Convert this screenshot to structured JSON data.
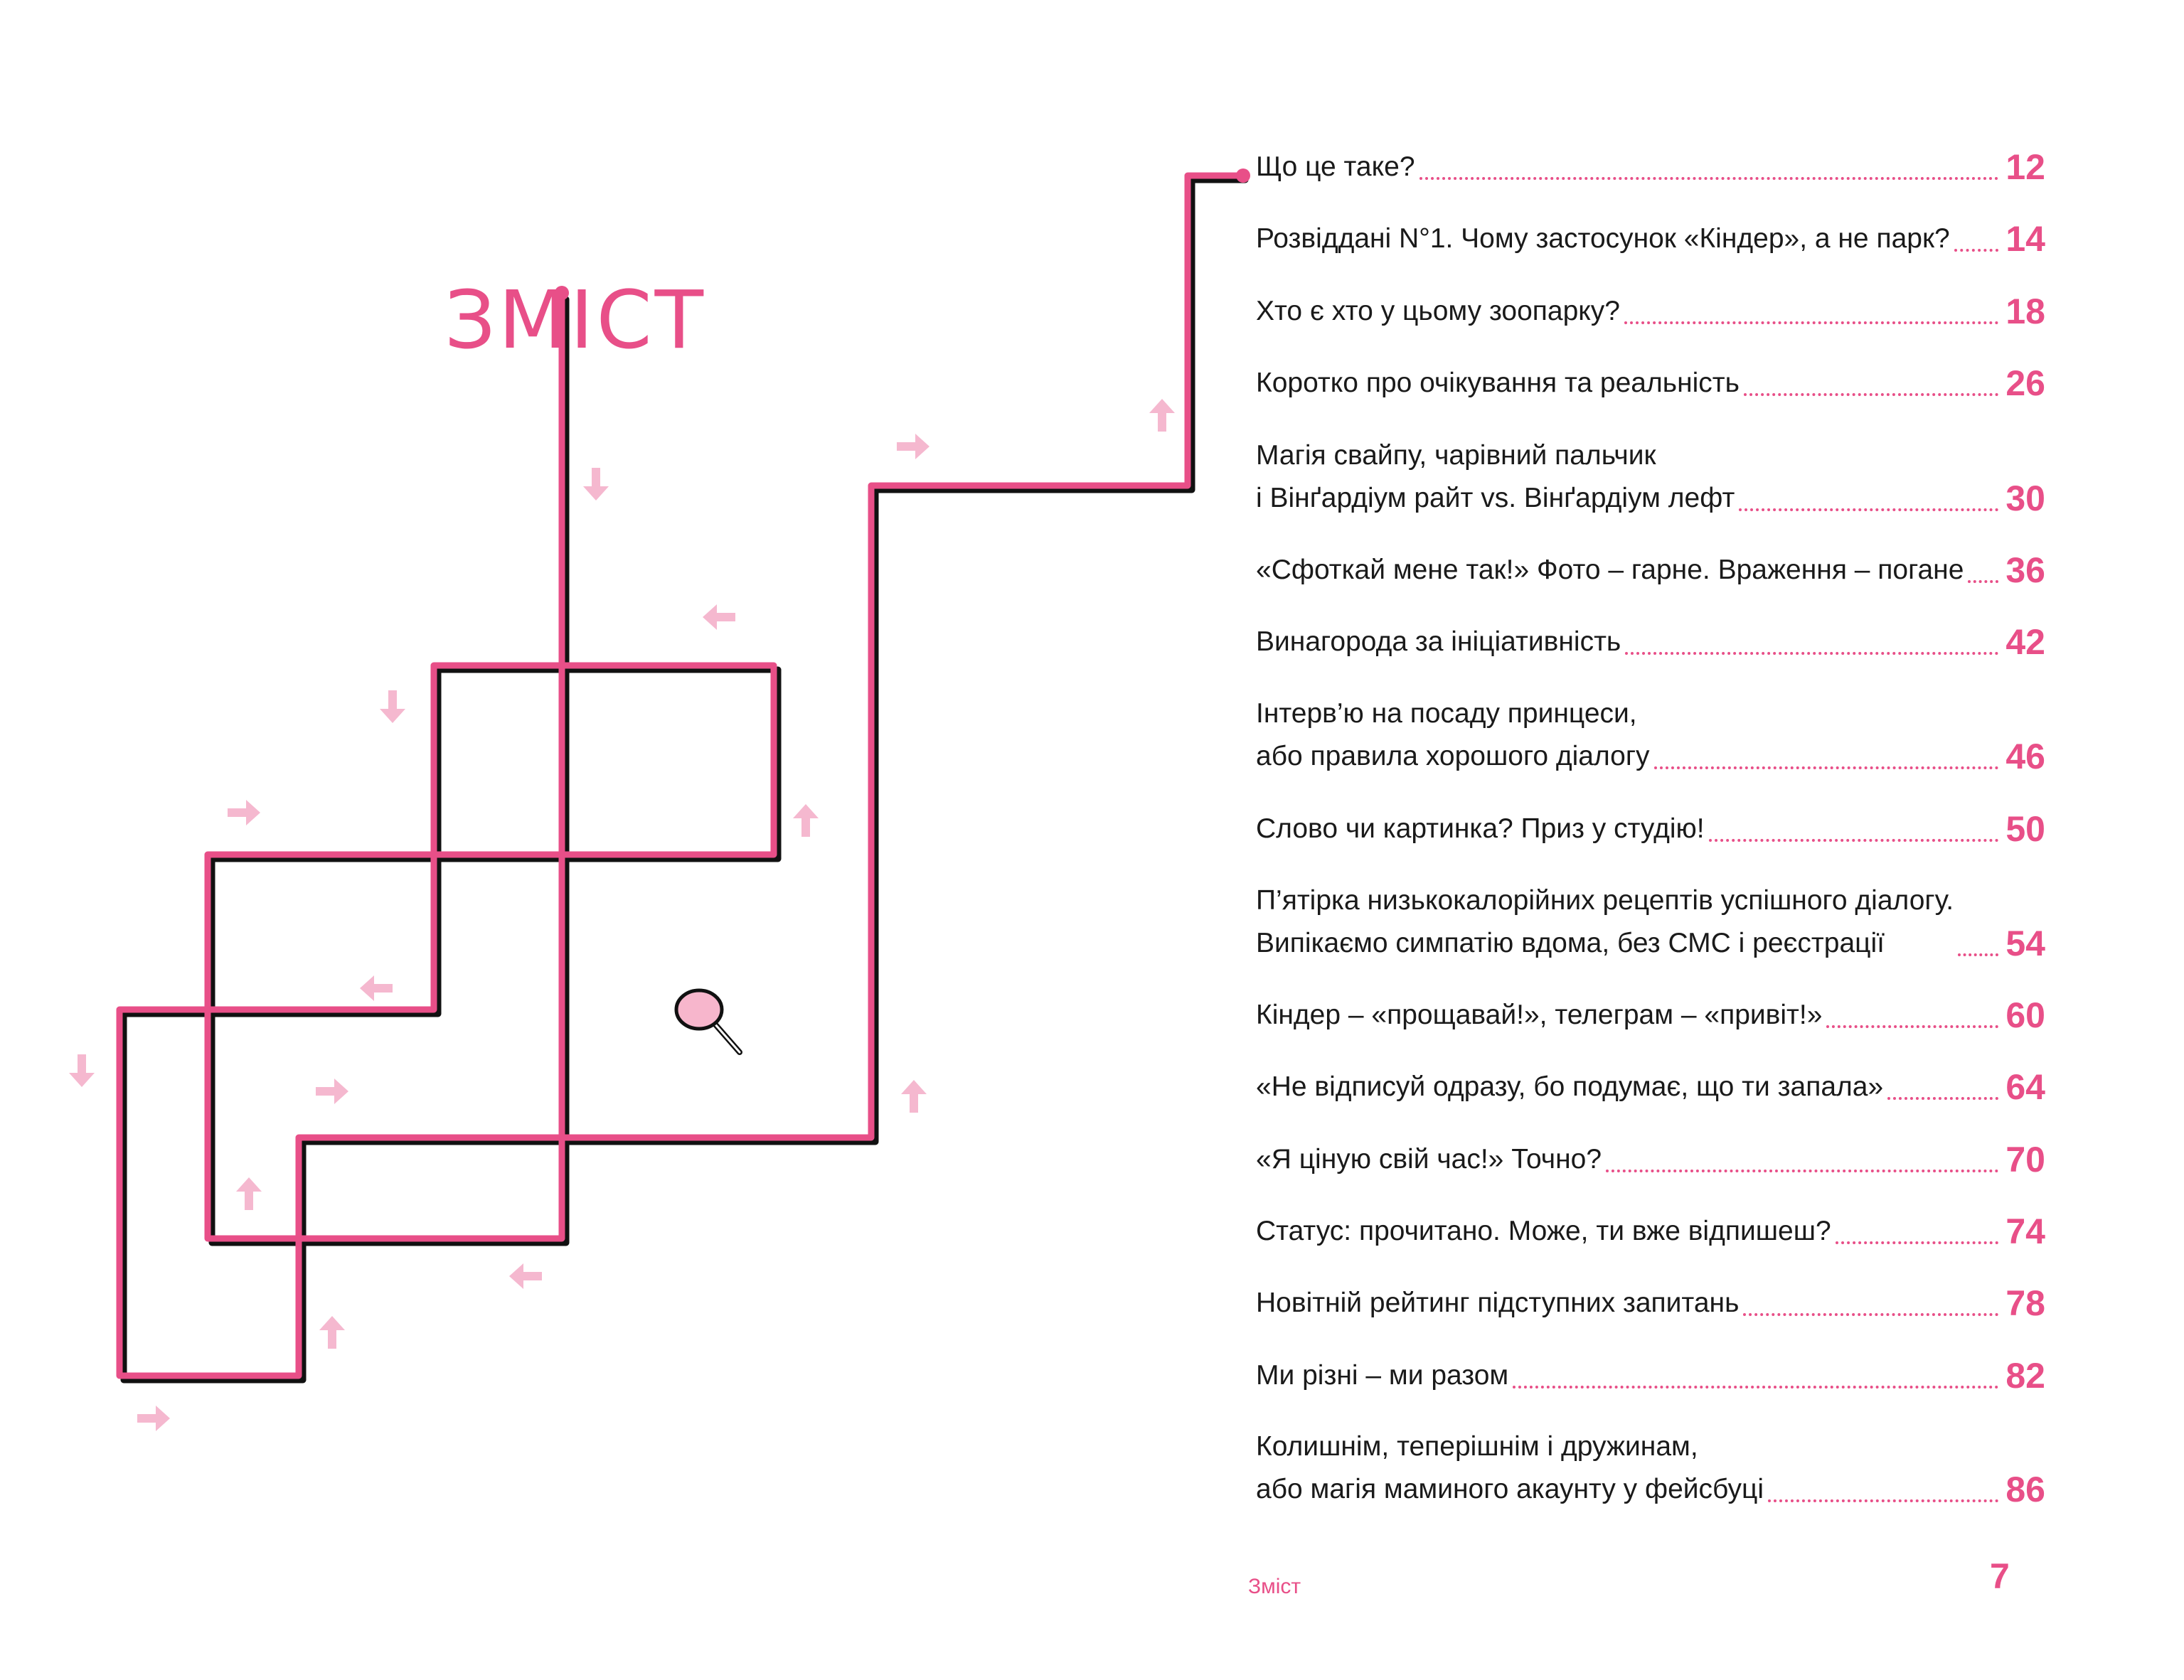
{
  "title": "ЗМІСТ",
  "entries": [
    {
      "title": "Що це таке?",
      "page": "12"
    },
    {
      "title": "Розвіддані N°1. Чому застосунок «Кіндер», а не парк?",
      "page": "14"
    },
    {
      "title": "Хто є хто у цьому зоопарку?",
      "page": "18"
    },
    {
      "title": "Коротко про очікування та реальність",
      "page": "26"
    },
    {
      "title": "Магія свайпу, чарівний пальчик\nі Вінґардіум райт vs. Вінґардіум лефт",
      "page": "30"
    },
    {
      "title": "«Сфоткай мене так!» Фото – гарне. Враження – погане",
      "page": "36"
    },
    {
      "title": "Винагорода за ініціативність",
      "page": "42"
    },
    {
      "title": "Інтерв’ю на посаду принцеси,\nабо правила хорошого діалогу",
      "page": "46"
    },
    {
      "title": "Слово чи картинка? Приз у студію!",
      "page": "50"
    },
    {
      "title": "П’ятірка низькокалорійних рецептів успішного діалогу.\nВипікаємо симпатію вдома, без СМС і реєстрації",
      "page": "54"
    },
    {
      "title": "Кіндер – «прощавай!», телеграм – «привіт!»",
      "page": "60"
    },
    {
      "title": "«Не відписуй одразу, бо подумає, що ти запала»",
      "page": "64"
    },
    {
      "title": "«Я ціную свій час!» Точно?",
      "page": "70"
    },
    {
      "title": "Статус: прочитано. Може, ти вже відпишеш?",
      "page": "74"
    },
    {
      "title": "Новітній рейтинг підступних запитань",
      "page": "78"
    },
    {
      "title": "Ми різні – ми разом",
      "page": "82"
    },
    {
      "title": "Колишнім, теперішнім і дружинам,\nабо магія маминого акаунту у фейсбуці",
      "page": "86"
    }
  ],
  "footer": {
    "label": "Зміст",
    "page_number": "7"
  },
  "colors": {
    "accent": "#e84f88",
    "arrow": "#f5b8cf",
    "shadow": "#111111"
  }
}
